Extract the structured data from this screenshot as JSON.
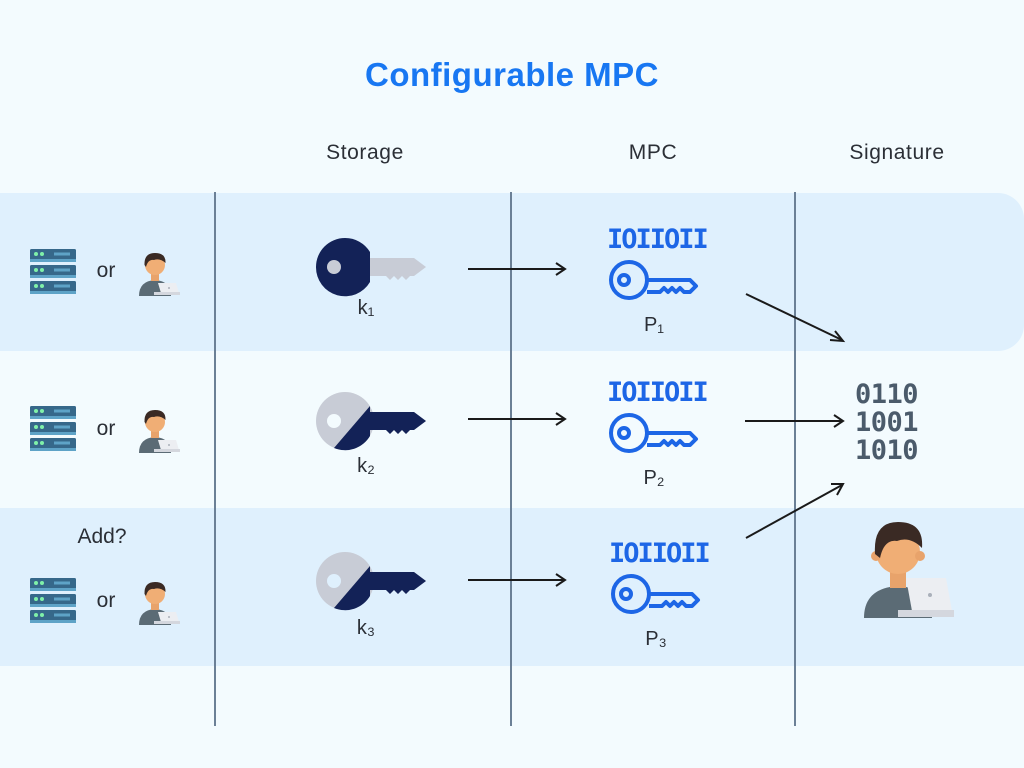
{
  "title": "Configurable MPC",
  "columns": [
    "Storage",
    "MPC",
    "Signature"
  ],
  "add_label": "Add?",
  "rows": [
    {
      "option_text": "or",
      "key_label": "k₁",
      "party_label": "P₁",
      "party_binary": "IOIIOII"
    },
    {
      "option_text": "or",
      "key_label": "k₂",
      "party_label": "P₂",
      "party_binary": "IOIIOII"
    },
    {
      "option_text": "or",
      "key_label": "k₃",
      "party_label": "P₃",
      "party_binary": "IOIIOII"
    }
  ],
  "signature_binary": [
    "0110",
    "1001",
    "1010"
  ],
  "icons": {
    "server": "server-stack-icon",
    "user": "user-laptop-icon",
    "storage_key": "key-icon",
    "party": "digital-key-icon",
    "signature_data": "binary-data-icon",
    "signer": "signer-user-laptop-icon"
  },
  "colors": {
    "title": "#1877f2",
    "band": "#dff0fd",
    "background": "#f3fbfe",
    "divider": "#6b8096",
    "key_dark": "#132257",
    "key_light": "#c8ccd6",
    "mpc_blue": "#1d66e6",
    "server": "#36688a",
    "server_light": "#5ea3c7",
    "led": "#7ff1a9"
  }
}
